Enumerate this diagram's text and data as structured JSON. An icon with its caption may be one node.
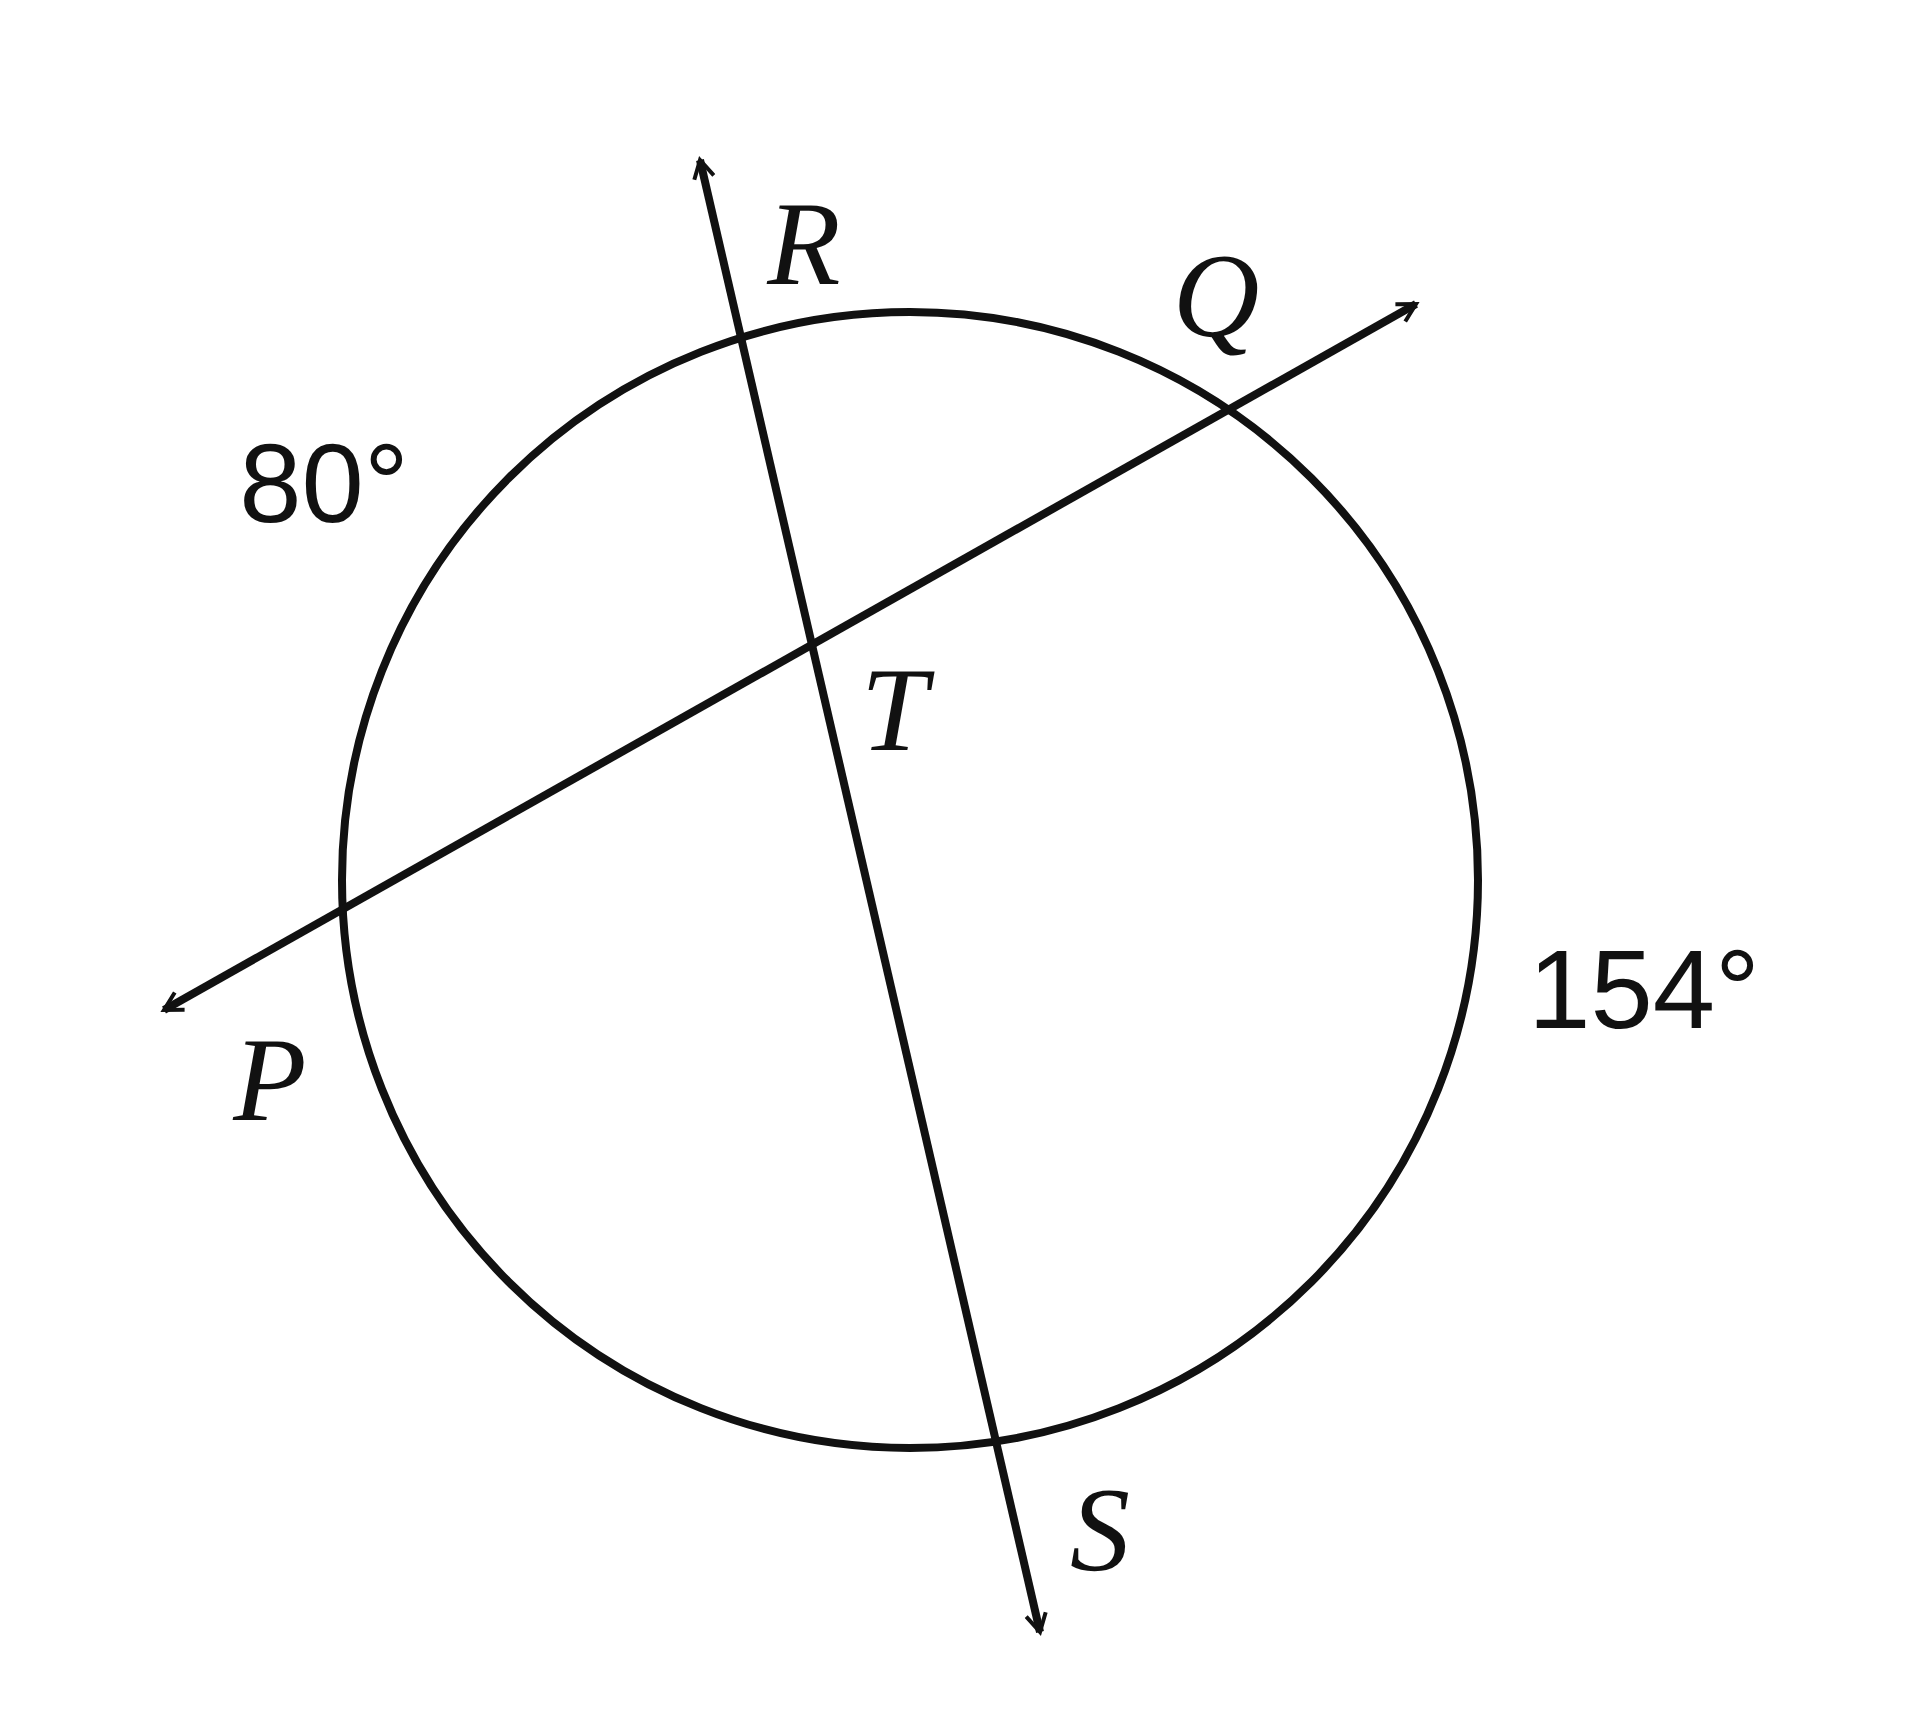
{
  "diagram": {
    "labels": [
      "R",
      "Q",
      "80°",
      "T",
      "154°",
      "P",
      "S"
    ]
  }
}
